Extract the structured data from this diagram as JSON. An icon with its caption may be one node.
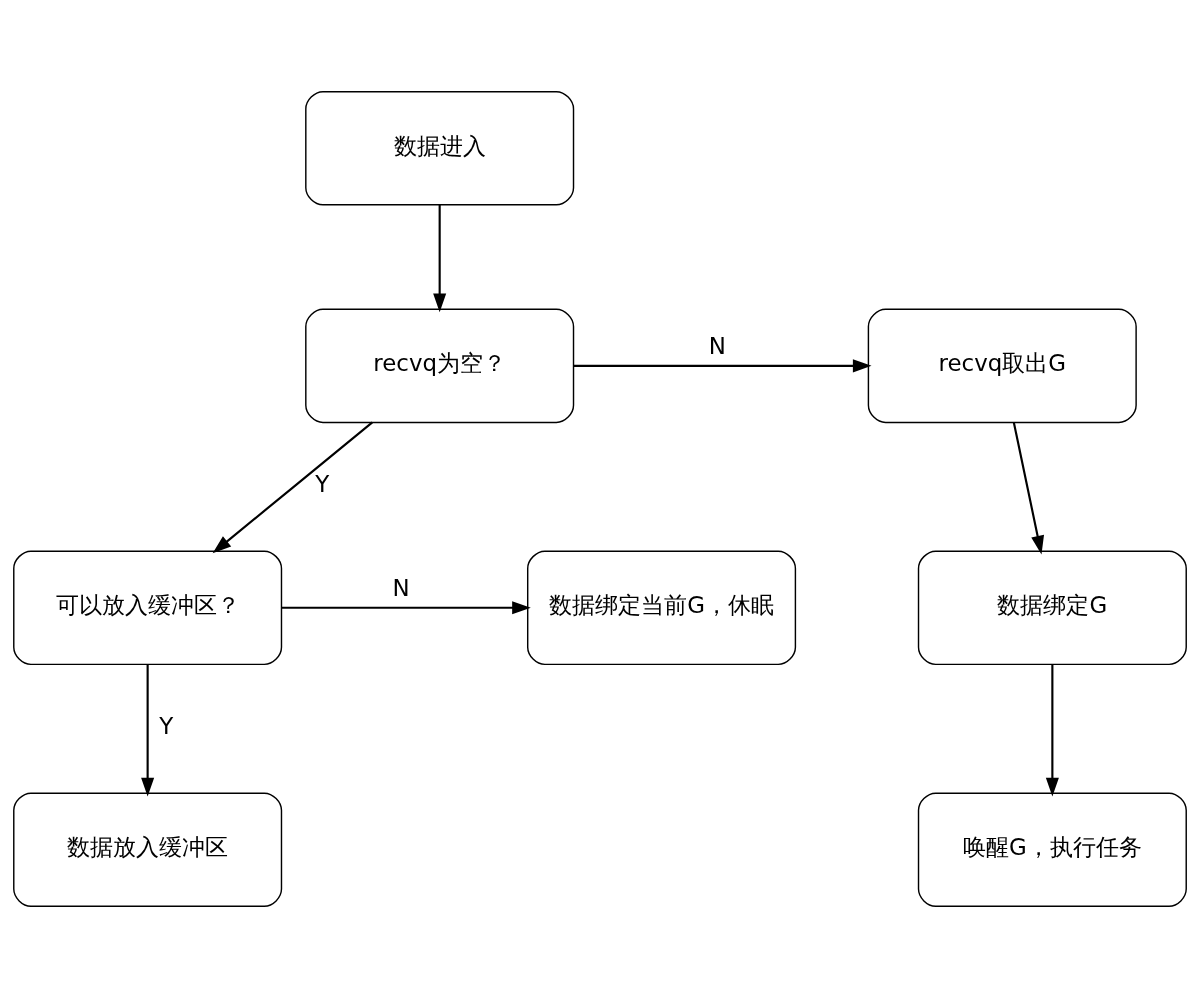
{
  "diagram": {
    "nodes": [
      {
        "text": [
          "数据进入"
        ]
      },
      {
        "text": [
          "recvq为空？"
        ]
      },
      {
        "text": [
          "recvq取出G"
        ]
      },
      {
        "text": [
          "数据绑定G"
        ]
      },
      {
        "text": [
          "唤醒G，执行任务"
        ]
      },
      {
        "text": [
          "可以放入缓冲区？"
        ]
      },
      {
        "text": [
          "数据绑定当前G，休眠"
        ]
      },
      {
        "text": [
          "数据放入缓冲区"
        ]
      }
    ],
    "edges": [
      {
        "from": 0,
        "to": 1,
        "arrow": "to"
      },
      {
        "from": 1,
        "to": 2,
        "arrow": "to",
        "label": "N"
      },
      {
        "from": 2,
        "to": 3,
        "arrow": "to"
      },
      {
        "from": 3,
        "to": 4,
        "arrow": "to"
      },
      {
        "from": 1,
        "to": 5,
        "arrow": "to",
        "label": "Y"
      },
      {
        "from": 5,
        "to": 6,
        "arrow": "to",
        "label": "N"
      },
      {
        "from": 5,
        "to": 7,
        "arrow": "to",
        "label": "Y"
      }
    ]
  }
}
